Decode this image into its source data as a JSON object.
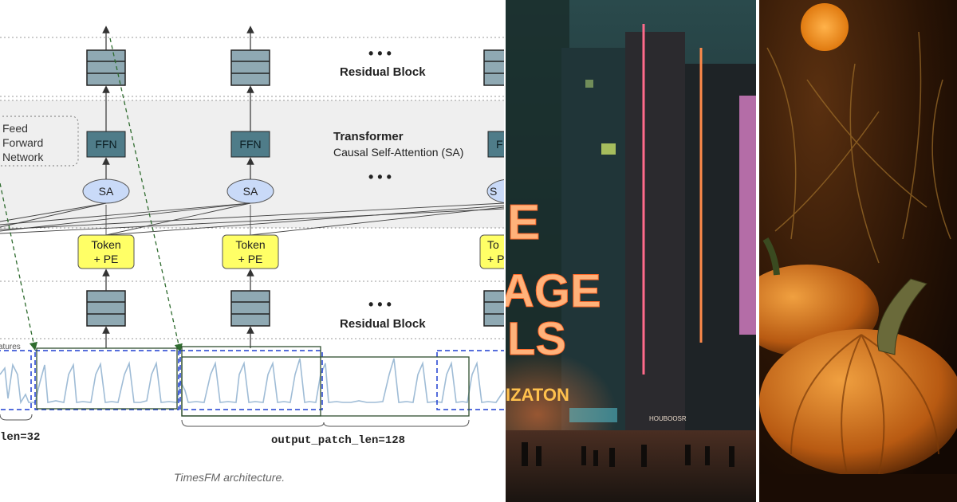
{
  "diagram": {
    "residual_block_label": "Residual Block",
    "transformer_label": "Transformer",
    "attention_label": "Causal Self-Attention (SA)",
    "ffn_side_label": [
      "Feed",
      "Forward",
      "Network"
    ],
    "ffn_label": "FFN",
    "sa_label": "SA",
    "token_label_line1": "Token",
    "token_label_line2": "+ PE",
    "token_partial_line1": "To",
    "token_partial_line2": "+ P",
    "ffn_partial": "F",
    "sa_partial": "S",
    "ellipsis": "• • •",
    "features_label": "atures",
    "input_patch_label": "len=32",
    "output_patch_label": "output_patch_len=128",
    "caption": "TimesFM architecture."
  },
  "images": {
    "city_signs": [
      "E",
      "AGE",
      "LS",
      "IZATON",
      "HOUBOOSR"
    ],
    "colors": {
      "block_fill": "#8fa9b3",
      "ffn_fill": "#4f7c89",
      "sa_fill": "#c9daf8",
      "token_fill": "#ffff66",
      "transformer_band": "#efefef",
      "series_line": "#9fbcd6"
    }
  }
}
